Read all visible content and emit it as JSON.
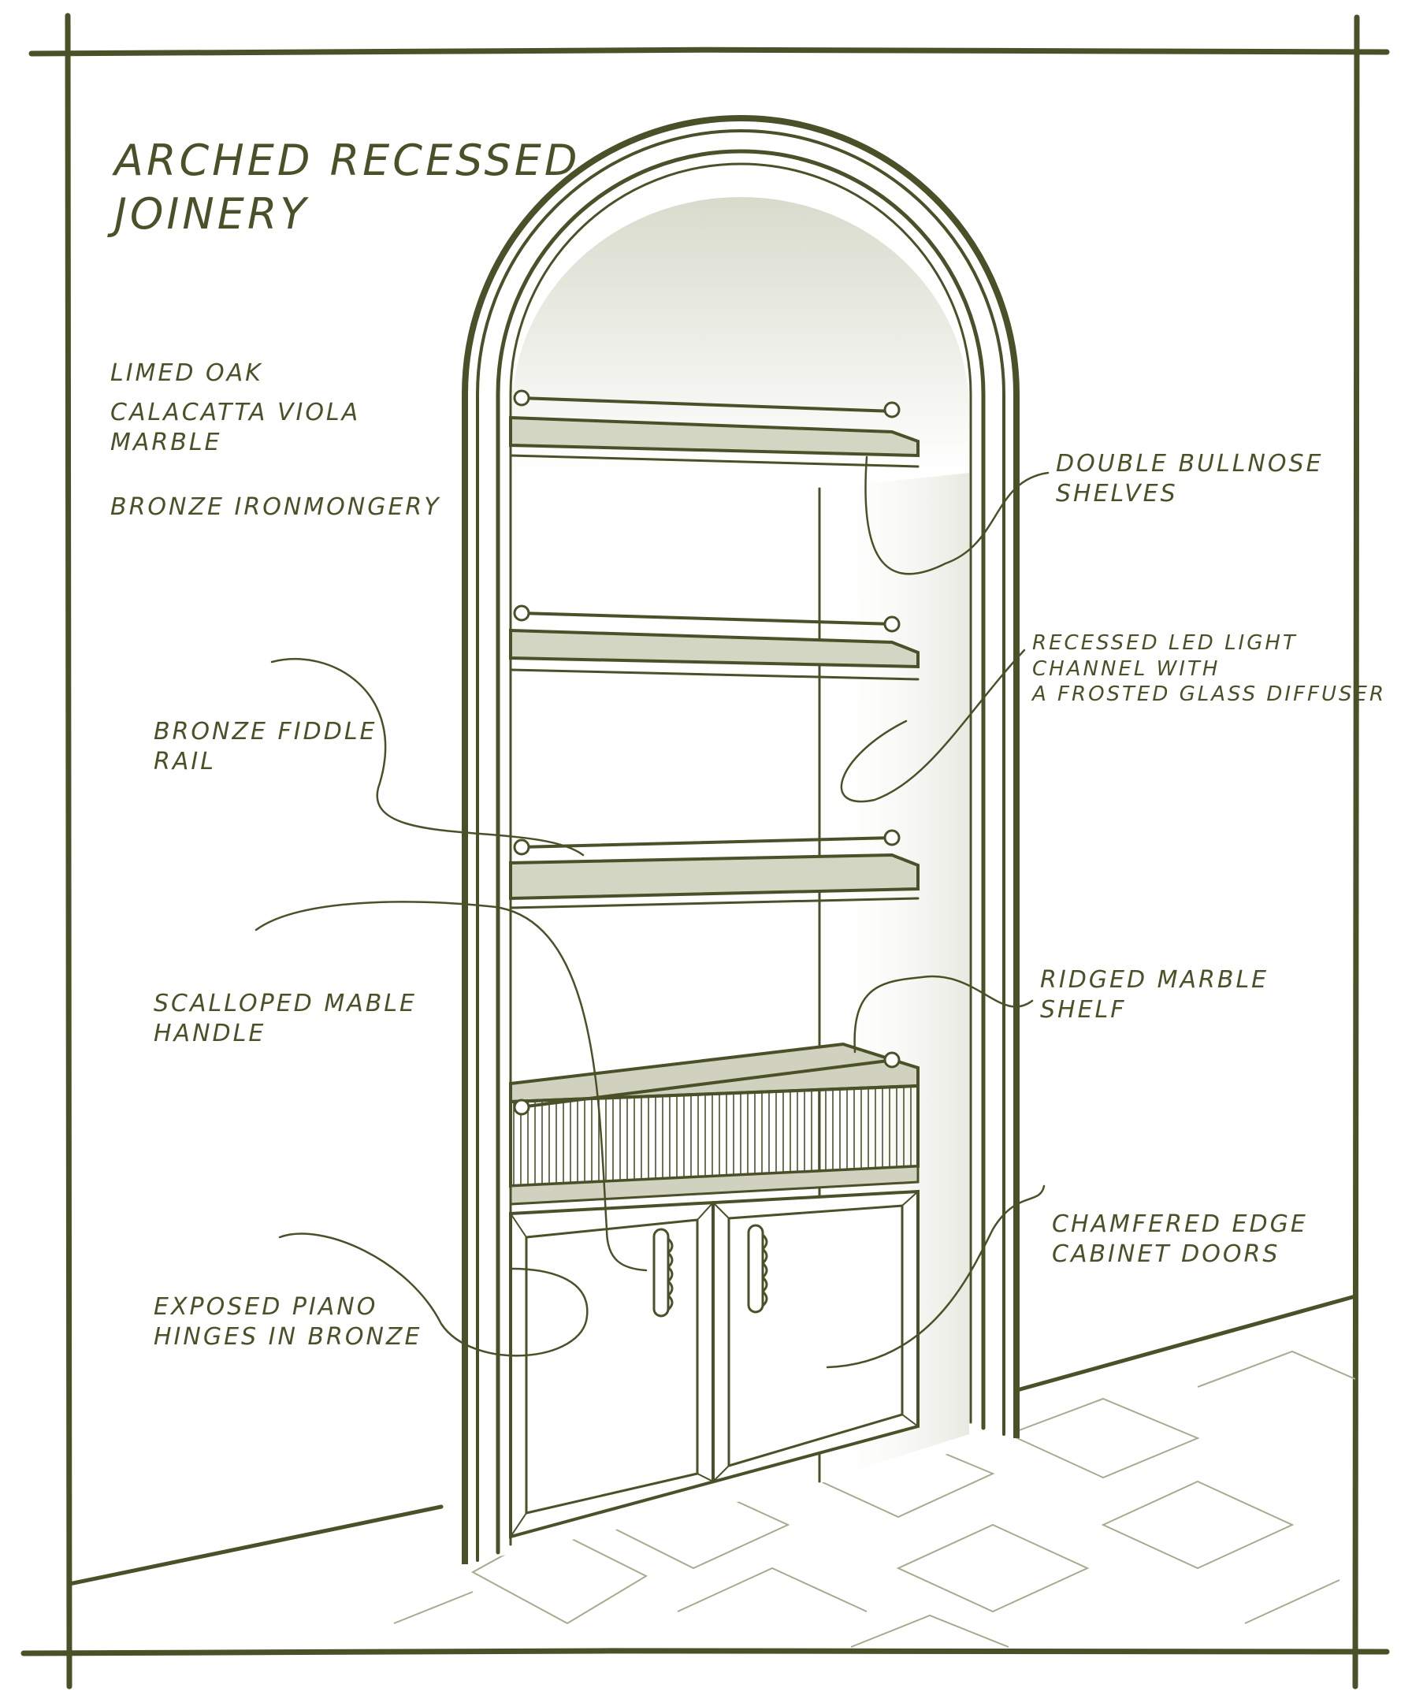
{
  "title": "ARCHED RECESSED\nJOINERY",
  "materials": [
    "LIMED OAK",
    "CALACATTA VIOLA\nMARBLE",
    "BRONZE IRONMONGERY"
  ],
  "annotations": {
    "shelves": "DOUBLE BULLNOSE\nSHELVES",
    "led": "RECESSED LED LIGHT\nCHANNEL WITH\nA FROSTED GLASS DIFFUSER",
    "fiddle_rail": "BRONZE FIDDLE\nRAIL",
    "marble_shelf": "RIDGED MARBLE\nSHELF",
    "handle": "SCALLOPED MABLE\nHANDLE",
    "doors": "CHAMFERED EDGE\nCABINET DOORS",
    "hinges": "EXPOSED PIANO\nHINGES IN BRONZE"
  },
  "colors": {
    "ink": "#4a5128",
    "shade": "#c9ccb6",
    "paper": "#ffffff"
  }
}
